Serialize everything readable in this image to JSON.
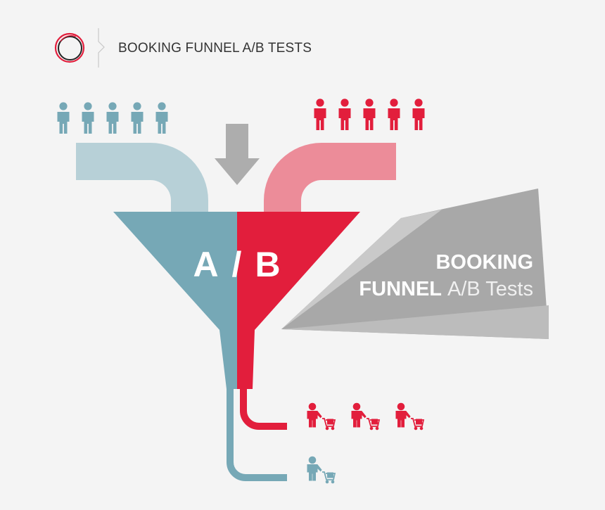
{
  "header": {
    "logo_icon": "concentric-circle-logo",
    "title": "BOOKING FUNNEL A/B TESTS"
  },
  "funnel": {
    "label_a": "A",
    "label_sep": "/",
    "label_b": "B",
    "variant_a_color": "#76a8b6",
    "variant_b_color": "#e21e3c",
    "pipe_a_color": "#b7d0d7",
    "pipe_b_color": "#ec8c99",
    "arrow_color": "#adadad"
  },
  "callout": {
    "line1": "BOOKING",
    "line2_bold": "FUNNEL",
    "line2_light": "A/B Tests"
  },
  "visitors": {
    "variant_a_count": 5,
    "variant_b_count": 5
  },
  "conversions": {
    "variant_b_buyers": 3,
    "variant_a_buyers": 1
  }
}
